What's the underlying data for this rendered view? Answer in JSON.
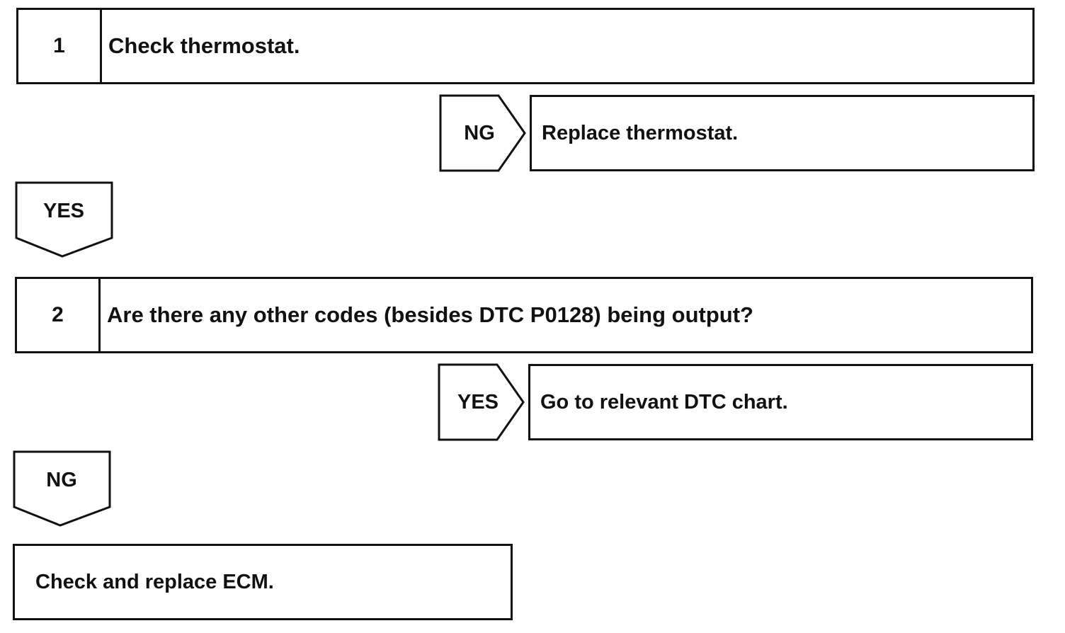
{
  "steps": [
    {
      "number": "1",
      "text": "Check thermostat."
    },
    {
      "number": "2",
      "text": "Are there any other codes (besides DTC P0128) being output?"
    }
  ],
  "branches": [
    {
      "label": "NG",
      "result": "Replace thermostat."
    },
    {
      "label": "YES",
      "result": "Go to relevant DTC chart."
    }
  ],
  "down_arrows": [
    {
      "label": "YES"
    },
    {
      "label": "NG"
    }
  ],
  "final": {
    "text": "Check and replace ECM."
  },
  "colors": {
    "line": "#111111",
    "background": "#ffffff"
  }
}
